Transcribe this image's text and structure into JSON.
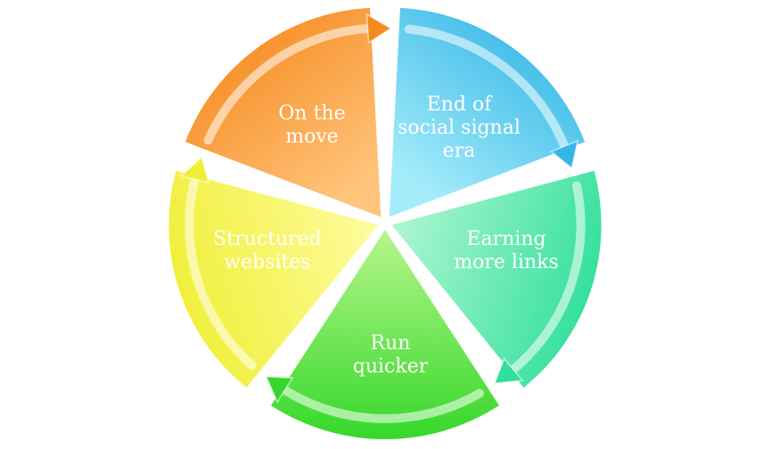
{
  "cycle": {
    "segments": [
      {
        "id": "on-the-move",
        "lines": [
          "On the",
          "move"
        ],
        "color_light": "#ffc37a",
        "color_dark": "#f58a1f"
      },
      {
        "id": "end-of-social-signal-era",
        "lines": [
          "End of",
          "social signal",
          "era"
        ],
        "color_light": "#a5ecfb",
        "color_dark": "#35b6e6"
      },
      {
        "id": "earning-more-links",
        "lines": [
          "Earning",
          "more links"
        ],
        "color_light": "#a8f5cf",
        "color_dark": "#2fdf9a"
      },
      {
        "id": "run-quicker",
        "lines": [
          "Run",
          "quicker"
        ],
        "color_light": "#b7f58b",
        "color_dark": "#35d82a"
      },
      {
        "id": "structured-websites",
        "lines": [
          "Structured",
          "websites"
        ],
        "color_light": "#fdfc9a",
        "color_dark": "#f0ee36"
      }
    ]
  }
}
